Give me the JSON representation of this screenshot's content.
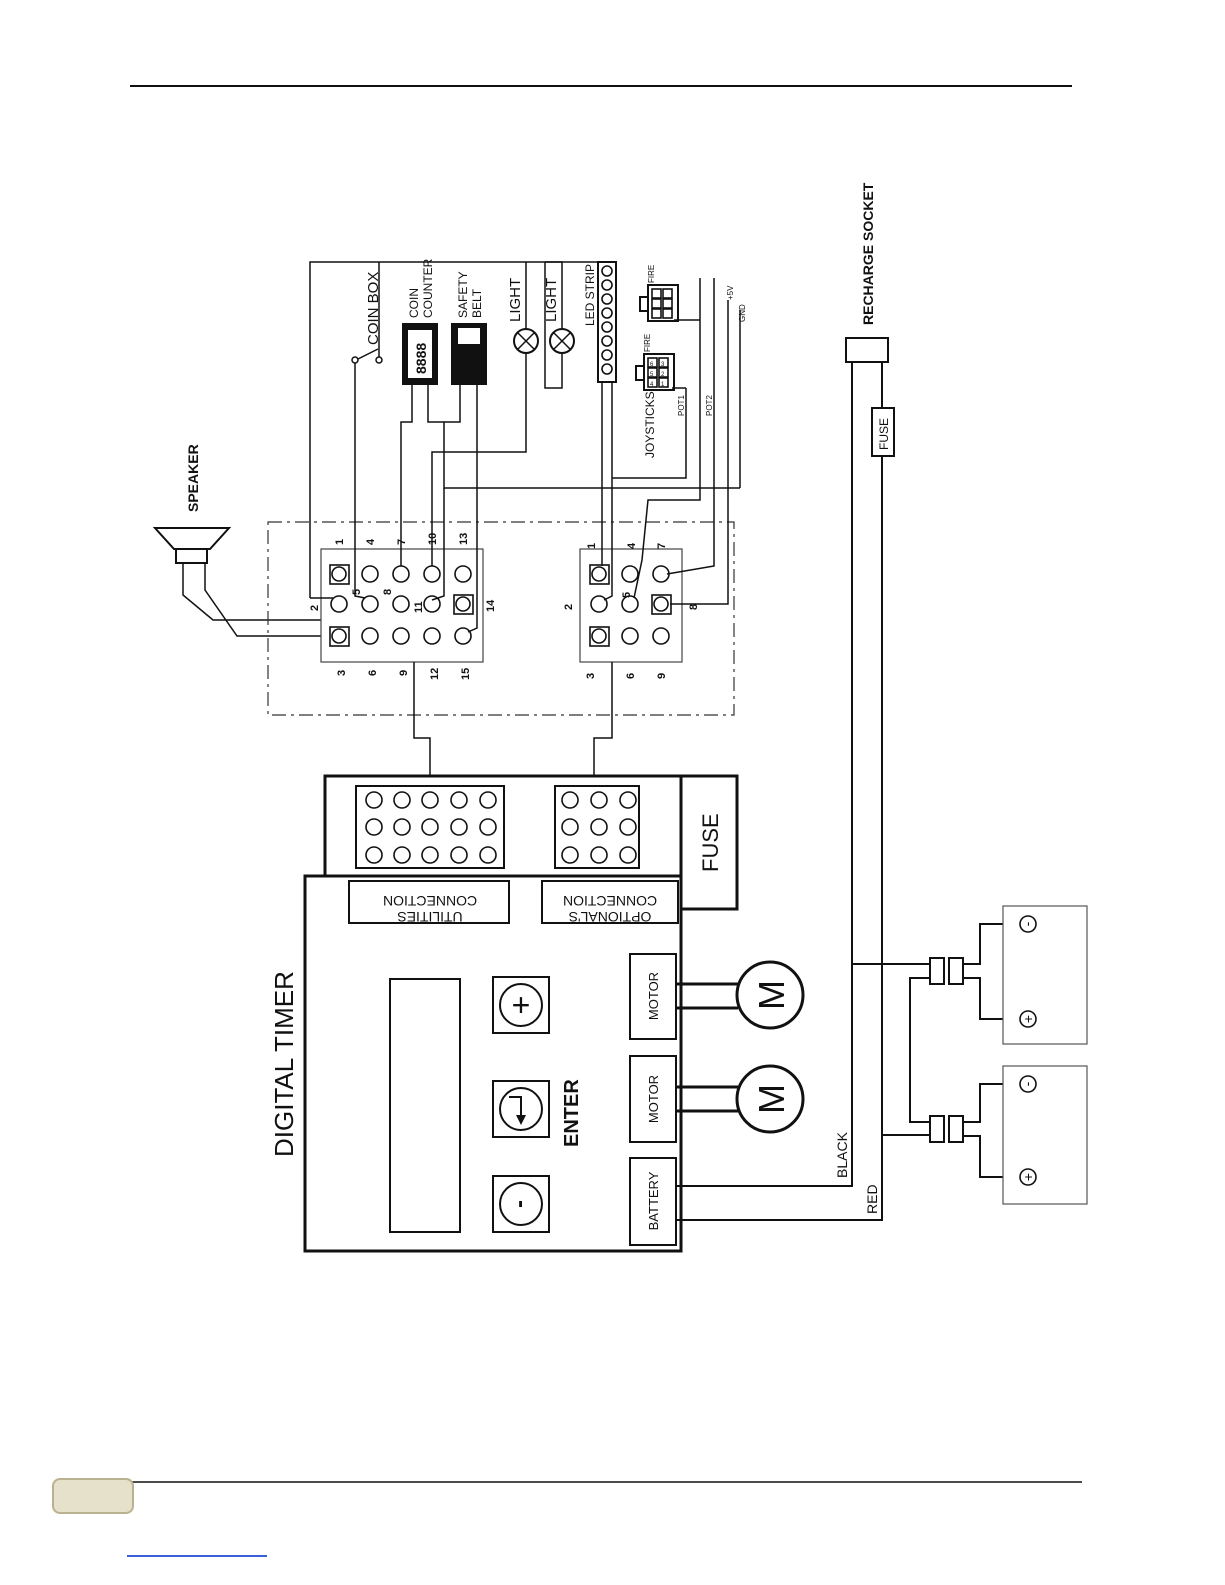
{
  "title": "DIGITAL TIMER",
  "panel": {
    "utilities": [
      "UTILITIES",
      "CONNECTION"
    ],
    "optionals": [
      "OPTIONAL'S",
      "CONNECTION"
    ],
    "fuse": "FUSE",
    "enter": "ENTER",
    "plus": "+",
    "minus": "-",
    "outputs": [
      "MOTOR",
      "MOTOR",
      "BATTERY"
    ],
    "motor_symbol": "M"
  },
  "components": {
    "speaker": "SPEAKER",
    "coin_box": "COIN BOX",
    "coin_counter": [
      "COIN",
      "COUNTER"
    ],
    "counter_display": "8888",
    "safety_belt": [
      "SAFETY",
      "BELT"
    ],
    "light1": "LIGHT",
    "light2": "LIGHT",
    "led_strip": "LED STRIP",
    "joysticks": "JOYSTICKS",
    "fire": "FIRE",
    "pot1": "POT1",
    "pot2": "POT2",
    "plus5v": "+5V",
    "gnd": "GND",
    "recharge_socket": "RECHARGE SOCKET",
    "line_fuse": "FUSE",
    "black": "BLACK",
    "red": "RED",
    "neg": "-",
    "pos": "+"
  },
  "connector_utilities": {
    "top_labels": [
      "1",
      "4",
      "7",
      "10",
      "13"
    ],
    "mid_labels": [
      "2",
      "5",
      "8",
      "11",
      "14"
    ],
    "bottom_labels": [
      "3",
      "6",
      "9",
      "12",
      "15"
    ]
  },
  "connector_optionals": {
    "top_labels": [
      "1",
      "4",
      "7"
    ],
    "mid_labels": [
      "2",
      "5",
      "8"
    ],
    "bottom_labels": [
      "3",
      "6",
      "9"
    ]
  },
  "joystick_pins": [
    "1",
    "2",
    "3",
    "4",
    "5",
    "6"
  ]
}
